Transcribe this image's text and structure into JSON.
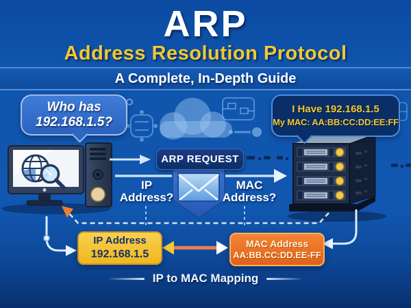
{
  "header": {
    "title": "ARP",
    "subtitle": "Address Resolution Protocol",
    "tagline": "A Complete, In-Depth Guide"
  },
  "request_bubble": {
    "line1": "Who has",
    "line2": "192.168.1.5?"
  },
  "reply_bubble": {
    "line1": "I Have 192.168.1.5",
    "line2": "My MAC: AA:BB:CC:DD:EE:FF"
  },
  "flow": {
    "request_label": "ARP REQUEST",
    "ip_question_line1": "IP",
    "ip_question_line2": "Address?",
    "mac_question_line1": "MAC",
    "mac_question_line2": "Address?"
  },
  "mapping": {
    "ip_box_title": "IP Address",
    "ip_box_value": "192.168.1.5",
    "mac_box_title": "MAC Address",
    "mac_box_value": "AA:BB.CC:DD.EE-FF",
    "caption": "IP to MAC Mapping"
  },
  "icons": {
    "requester": "desktop-computer-globe-search-icon",
    "responder": "server-rack-icon",
    "message": "envelope-icon",
    "decorations": [
      "cloud-icon",
      "circuit-chip-icon",
      "network-node-icon",
      "data-dashes-icon"
    ]
  },
  "colors": {
    "background_blue": "#1156ae",
    "band_blue": "#0e4c9c",
    "accent_yellow": "#f2c832",
    "ip_box_yellow": "#f5c42e",
    "mac_box_orange": "#e9711f",
    "label_navy": "#10316e",
    "arrow_light_blue": "#d5e8fa",
    "mapping_arrow_salmon": "#ee7f55",
    "reply_arrow_orange": "#f07f2e"
  }
}
